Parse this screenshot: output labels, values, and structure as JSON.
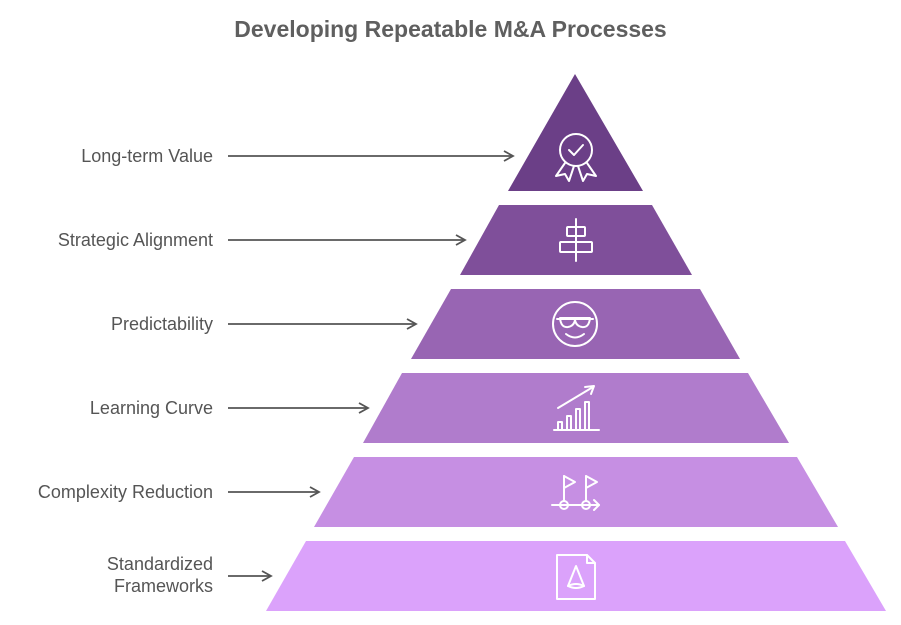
{
  "title": "Developing Repeatable M&A Processes",
  "levels": [
    {
      "label": "Long-term Value",
      "icon": "award-ribbon-icon",
      "color": "#6b3f87"
    },
    {
      "label": "Strategic Alignment",
      "icon": "align-center-icon",
      "color": "#7f4f9a"
    },
    {
      "label": "Predictability",
      "icon": "sunglasses-face-icon",
      "color": "#9865b3"
    },
    {
      "label": "Learning Curve",
      "icon": "growth-chart-icon",
      "color": "#b07ccc"
    },
    {
      "label": "Complexity Reduction",
      "icon": "milestone-flags-icon",
      "color": "#c68fe3"
    },
    {
      "label_lines": [
        "Standardized",
        "Frameworks"
      ],
      "icon": "document-cone-icon",
      "color": "#dba2fb"
    }
  ]
}
